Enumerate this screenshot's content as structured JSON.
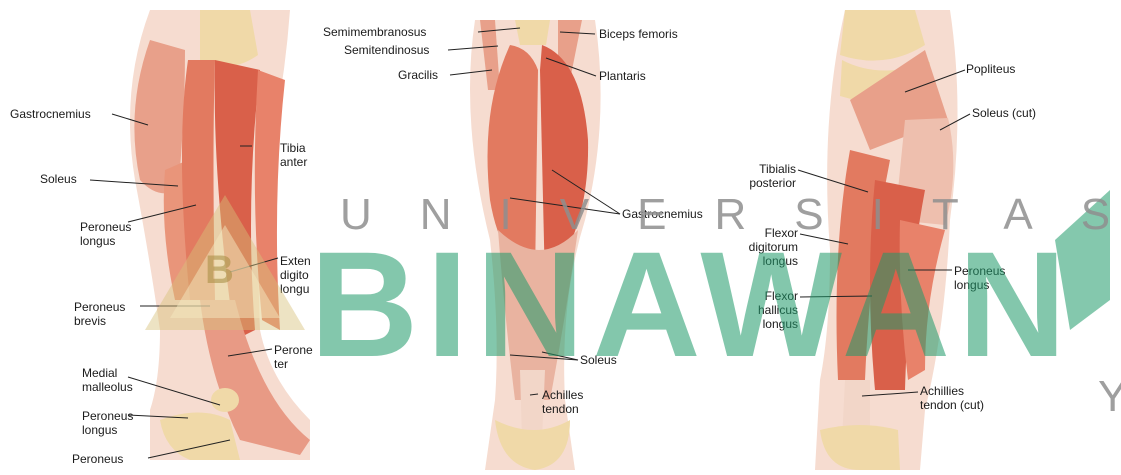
{
  "figure": {
    "panel_left": {
      "labels": {
        "gastrocnemius": "Gastrocnemius",
        "soleus": "Soleus",
        "peroneus_longus": "Peroneus\nlongus",
        "peroneus_brevis": "Peroneus\nbrevis",
        "medial_malleolus": "Medial\nmalleolus",
        "peroneus_longus_2": "Peroneus\nlongus",
        "peroneus_bottom": "Peroneus",
        "tibialis_anterior": "Tibia\nanter",
        "extensor_digitorum_longus": "Exten\ndigito\nlongu",
        "peroneus_tertius": "Perone\nter"
      }
    },
    "panel_middle": {
      "labels": {
        "semimembranosus": "Semimembranosus",
        "semitendinosus": "Semitendinosus",
        "gracilis": "Gracilis",
        "biceps_femoris": "Biceps femoris",
        "plantaris": "Plantaris",
        "gastrocnemius": "Gastrocnemius",
        "soleus": "Soleus",
        "achilles_tendon": "Achilles\ntendon"
      }
    },
    "panel_right": {
      "labels": {
        "popliteus": "Popliteus",
        "soleus_cut": "Soleus (cut)",
        "tibialis_posterior": "Tibialis\nposterior",
        "flexor_digitorum_longus": "Flexor\ndigitorum\nlongus",
        "flexor_hallicus_longus": "Flexor\nhallicus\nlongus",
        "peroneus_longus": "Peroneus\nlongus",
        "achillies_tendon_cut": "Achillies\ntendon (cut)"
      }
    }
  },
  "watermark": {
    "small_text": "UNIVERSITAS",
    "big_text": "BINAWAN",
    "corner_letter": "Y",
    "logo_letter": "B"
  },
  "colors": {
    "muscle": "#e8826a",
    "muscle_dark": "#d9604a",
    "bone": "#f0d9a8",
    "skin": "#f6dcd0",
    "watermark_green": "#1f9a6a"
  }
}
